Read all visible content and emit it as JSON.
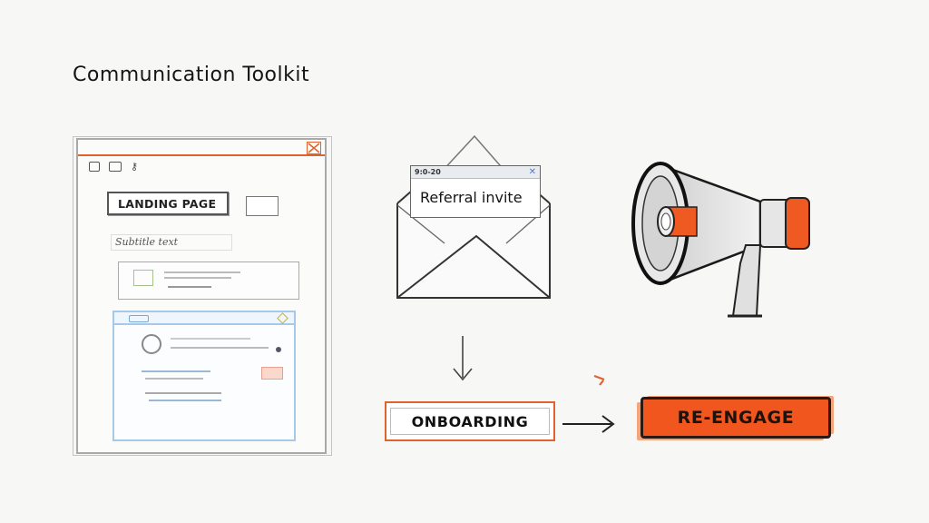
{
  "header": {
    "title": "Communication Toolkit"
  },
  "landing_page_wireframe": {
    "button_label": "LANDING PAGE",
    "subtitle_text": "Subtitle text",
    "toolbar_icons": [
      "window-icon",
      "tab-icon",
      "key-icon"
    ],
    "close_icon": "close-icon",
    "accent_color": "#e0622c"
  },
  "email": {
    "meta_text": "9:0-20",
    "subject": "Referral invite",
    "close_icon": "close-icon"
  },
  "megaphone": {
    "icon": "megaphone-icon",
    "accent_color": "#f0561e"
  },
  "flow": {
    "step_1": "ONBOARDING",
    "step_2": "RE-ENGAGE",
    "step_2_color": "#f0561e",
    "step_1_border_color": "#e0622c"
  }
}
